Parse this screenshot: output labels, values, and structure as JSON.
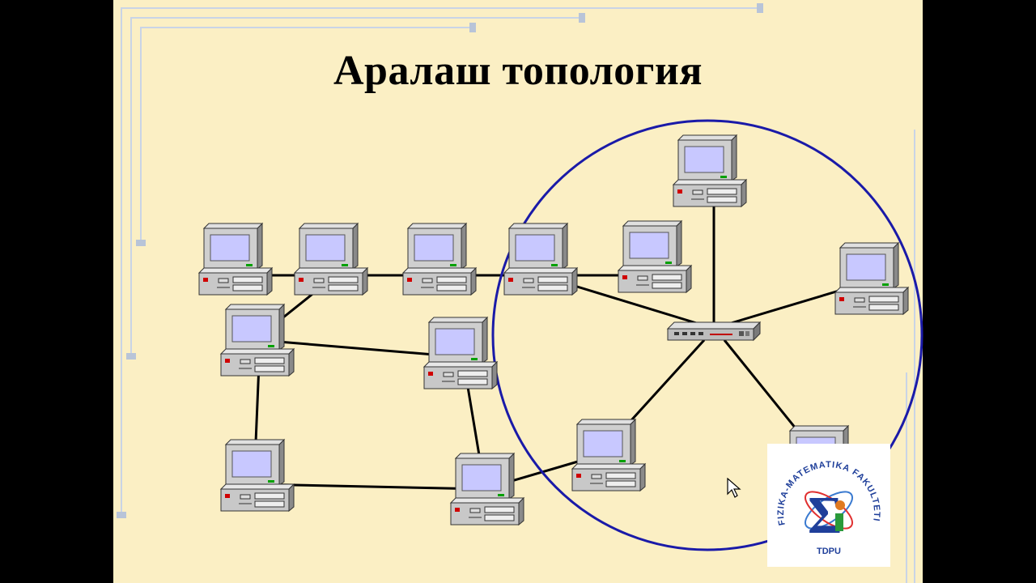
{
  "slide": {
    "title": "Аралаш топология"
  },
  "logo": {
    "ring_text": "FIZIKA-MATEMATIKA FAKULTETI",
    "bottom_text": "TDPU",
    "symbol": "Σ"
  },
  "icons": {
    "computer": "desktop-computer-icon",
    "switch": "network-switch-icon",
    "cursor": "mouse-cursor-icon"
  },
  "colors": {
    "slide_background": "#fbefc4",
    "ring": "#1a1aa8",
    "screen": "#c8c8ff",
    "cable": "#000000"
  }
}
